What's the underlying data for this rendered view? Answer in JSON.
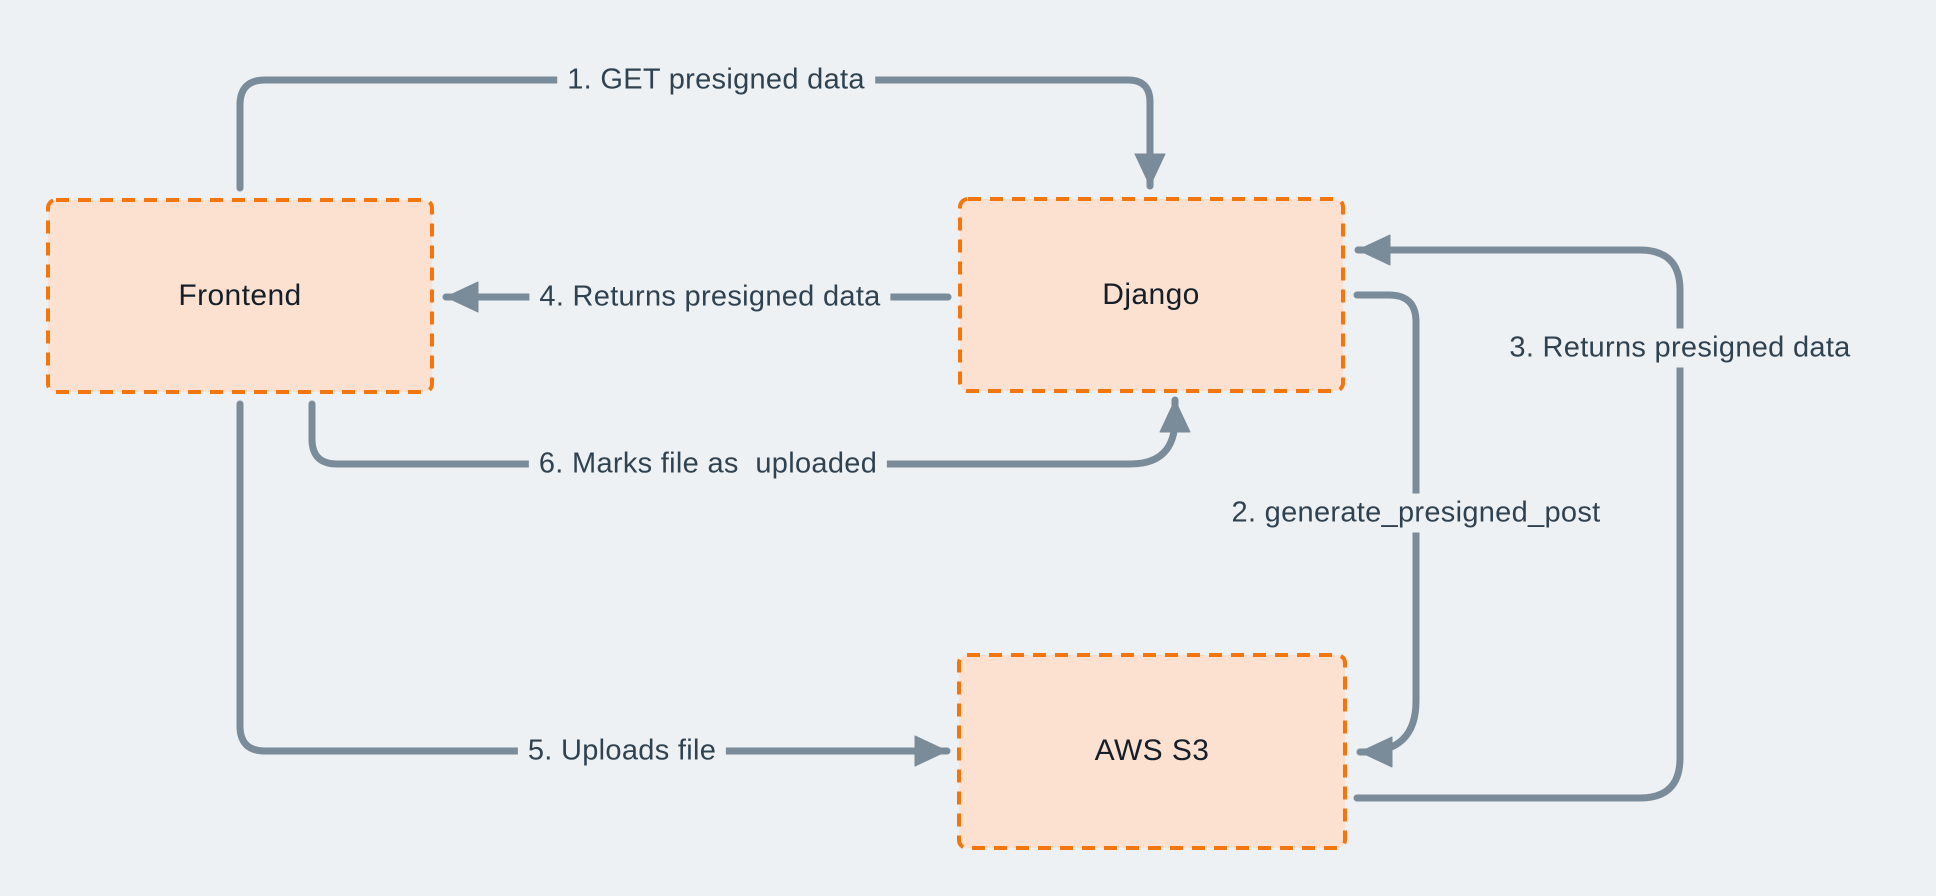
{
  "diagram": {
    "type": "flow-diagram",
    "colors": {
      "background": "#edf1f4",
      "node_fill": "#fce1d1",
      "node_border": "#f2750d",
      "connector": "#7a8b99",
      "edge_label_text": "#304250",
      "node_label_text": "#151f29"
    },
    "nodes": [
      {
        "id": "frontend",
        "label": "Frontend"
      },
      {
        "id": "django",
        "label": "Django"
      },
      {
        "id": "aws_s3",
        "label": "AWS S3"
      }
    ],
    "edges": [
      {
        "id": "1",
        "label": "1. GET presigned data",
        "from": "Frontend",
        "to": "Django"
      },
      {
        "id": "2",
        "label": "2. generate_presigned_post",
        "from": "Django",
        "to": "AWS S3"
      },
      {
        "id": "3",
        "label": "3. Returns presigned data",
        "from": "AWS S3",
        "to": "Django"
      },
      {
        "id": "4",
        "label": "4. Returns presigned data",
        "from": "Django",
        "to": "Frontend"
      },
      {
        "id": "5",
        "label": "5. Uploads file",
        "from": "Frontend",
        "to": "AWS S3"
      },
      {
        "id": "6",
        "label": "6. Marks file as  uploaded",
        "from": "Frontend",
        "to": "Django"
      }
    ]
  }
}
